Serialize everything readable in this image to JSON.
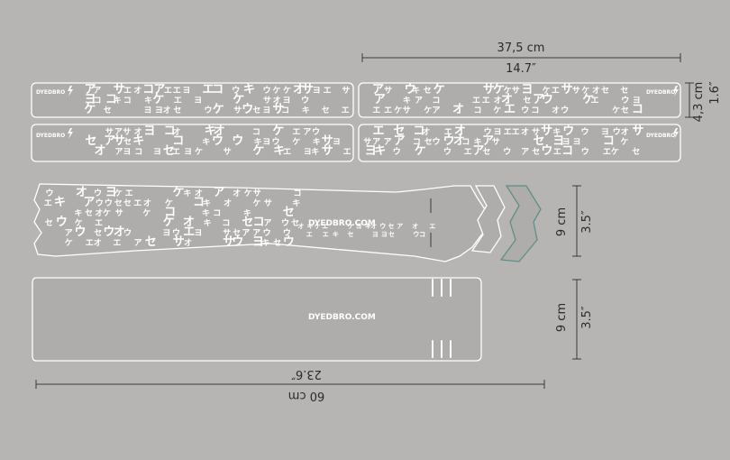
{
  "colors": {
    "background": "#b7b5b3",
    "outline": "#ffffff",
    "panel_fill": "#aeadab",
    "dimension_line": "#3a3a3a",
    "text": "#2b2b2b",
    "accent_green": "#5e8f86"
  },
  "dimensions": {
    "top_width_cm": "37,5 cm",
    "top_width_in": "14.7″",
    "top_height_cm": "4,3 cm",
    "top_height_in": "1.6″",
    "middle_height_cm": "9 cm",
    "middle_height_in": "3.5″",
    "bottom_height_cm": "9 cm",
    "bottom_height_in": "3.5″",
    "bottom_length_cm": "60 cm",
    "bottom_length_in": "23.6″"
  },
  "brand": {
    "short": "DYEDBRO",
    "domain": "DYEDBRO.COM"
  },
  "pattern": {
    "glyphs": "エウアキコセオケヨサ",
    "icon": "lightning-bolt-icon"
  }
}
